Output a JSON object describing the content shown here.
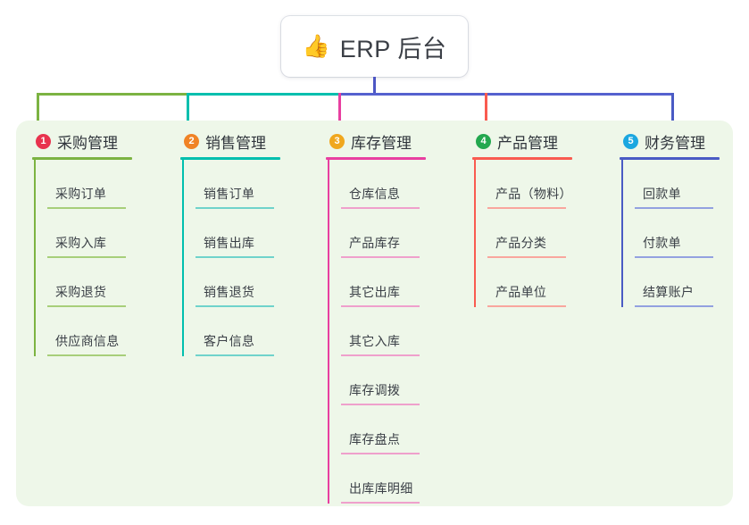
{
  "root": {
    "icon": "thumbs-up-icon",
    "emoji": "👍",
    "title": "ERP 后台"
  },
  "colors": {
    "panel_bg": "#eef7e9",
    "page_bg": "#ffffff",
    "root_stem": "#4d56c4",
    "bus_green": "#7cb342",
    "bus_teal": "#00bfae",
    "bus_blue": "#5561cf"
  },
  "columns": [
    {
      "number": "1",
      "title": "采购管理",
      "accent": "#7cb342",
      "accent_light": "#a7cf7a",
      "badge_color": "#e8334e",
      "items": [
        {
          "label": "采购订单"
        },
        {
          "label": "采购入库"
        },
        {
          "label": "采购退货"
        },
        {
          "label": "供应商信息"
        }
      ]
    },
    {
      "number": "2",
      "title": "销售管理",
      "accent": "#00bfae",
      "accent_light": "#6fd3cb",
      "badge_color": "#f08326",
      "items": [
        {
          "label": "销售订单"
        },
        {
          "label": "销售出库"
        },
        {
          "label": "销售退货"
        },
        {
          "label": "客户信息"
        }
      ]
    },
    {
      "number": "3",
      "title": "库存管理",
      "accent": "#e83fa0",
      "accent_light": "#efa0cc",
      "badge_color": "#f0a71e",
      "items": [
        {
          "label": "仓库信息"
        },
        {
          "label": "产品库存"
        },
        {
          "label": "其它出库"
        },
        {
          "label": "其它入库"
        },
        {
          "label": "库存调拨"
        },
        {
          "label": "库存盘点"
        },
        {
          "label": "出库库明细"
        }
      ]
    },
    {
      "number": "4",
      "title": "产品管理",
      "accent": "#f95b50",
      "accent_light": "#f9a69e",
      "badge_color": "#23a84f",
      "items": [
        {
          "label": "产品（物料）"
        },
        {
          "label": "产品分类"
        },
        {
          "label": "产品单位"
        }
      ]
    },
    {
      "number": "5",
      "title": "财务管理",
      "accent": "#4a5bc4",
      "accent_light": "#93a1e0",
      "badge_color": "#1ba7e0",
      "items": [
        {
          "label": "回款单"
        },
        {
          "label": "付款单"
        },
        {
          "label": "结算账户"
        }
      ]
    }
  ]
}
